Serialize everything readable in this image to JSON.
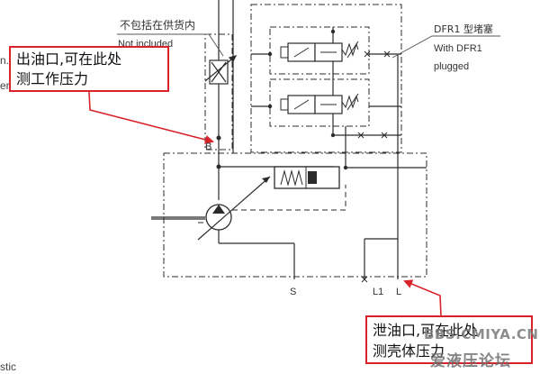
{
  "labels": {
    "not_included_cn": "不包括在供货内",
    "not_included_en": "Not included",
    "dfr1_cn": "DFR1 型堵塞",
    "dfr1_en_1": "With DFR1",
    "dfr1_en_2": "plugged",
    "port_b": "B",
    "port_s": "S",
    "port_l1": "L1",
    "port_l": "L"
  },
  "callouts": {
    "outlet_line1": "出油口,可在此处",
    "outlet_line2": "测工作压力",
    "drain_line1": "泄油口,可在此处",
    "drain_line2": "测壳体压力"
  },
  "watermark": {
    "url": "BBS.CMIYA.CN",
    "name": "爱液压论坛"
  },
  "fragments": {
    "left_top": "n.",
    "left_mid": "er",
    "bottom_left": "stic"
  },
  "colors": {
    "line": "#2b2b2b",
    "accent_red": "#d8232a"
  }
}
